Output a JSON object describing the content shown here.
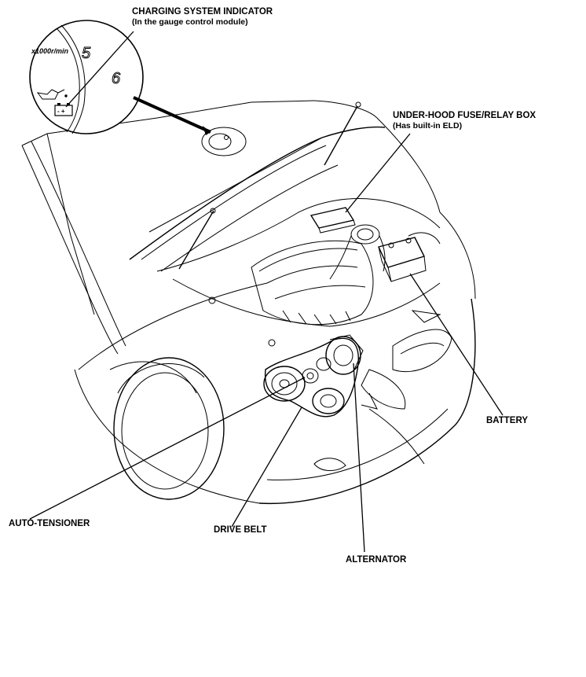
{
  "labels": {
    "charging_indicator": {
      "title": "CHARGING SYSTEM INDICATOR",
      "subtitle": "(In the gauge control module)"
    },
    "fuse_box": {
      "title": "UNDER-HOOD FUSE/RELAY BOX",
      "subtitle": "(Has built-in ELD)"
    },
    "battery": "BATTERY",
    "auto_tensioner": "AUTO-TENSIONER",
    "drive_belt": "DRIVE BELT",
    "alternator": "ALTERNATOR"
  },
  "gauge": {
    "numeral_5": "5",
    "numeral_6": "6",
    "unit": "x1000r/min",
    "battery_symbol": "- +"
  }
}
